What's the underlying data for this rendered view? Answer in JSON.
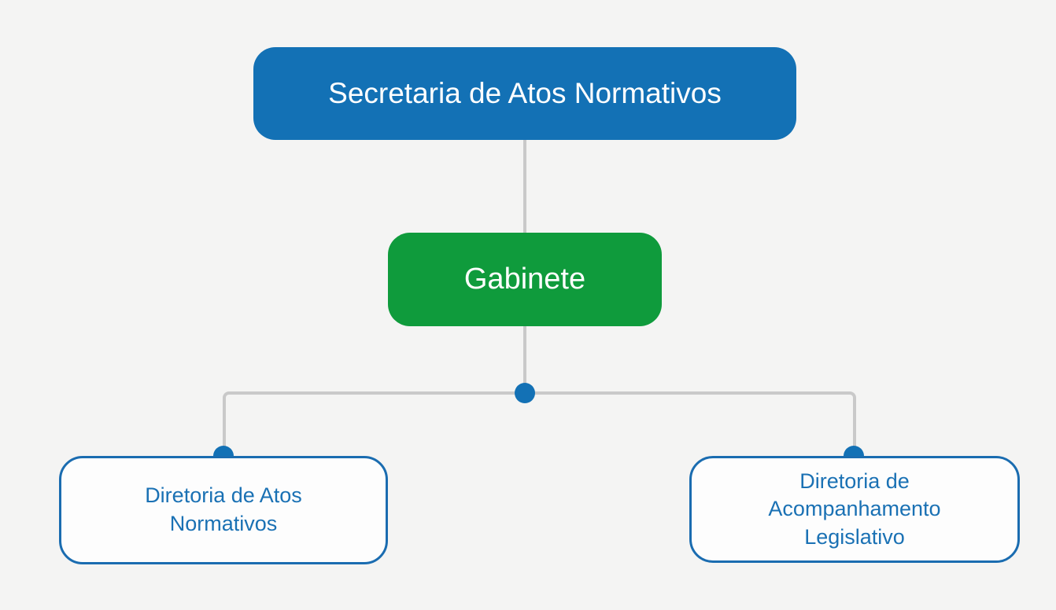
{
  "palette": {
    "background": "#f4f4f3",
    "node_blue": "#1371b5",
    "node_green": "#0f9b3c",
    "connector_gray": "#c9c9c9",
    "child_fill": "#fdfdfd",
    "child_border_blue": "#1a6cb0",
    "child_text_blue": "#1a71b4",
    "node_text_white": "#ffffff"
  },
  "org_chart": {
    "root": {
      "label": "Secretaria de Atos Normativos"
    },
    "gabinete": {
      "label": "Gabinete"
    },
    "children": [
      {
        "label": "Diretoria de Atos Normativos"
      },
      {
        "label": "Diretoria de Acompanhamento Legislativo"
      }
    ]
  }
}
